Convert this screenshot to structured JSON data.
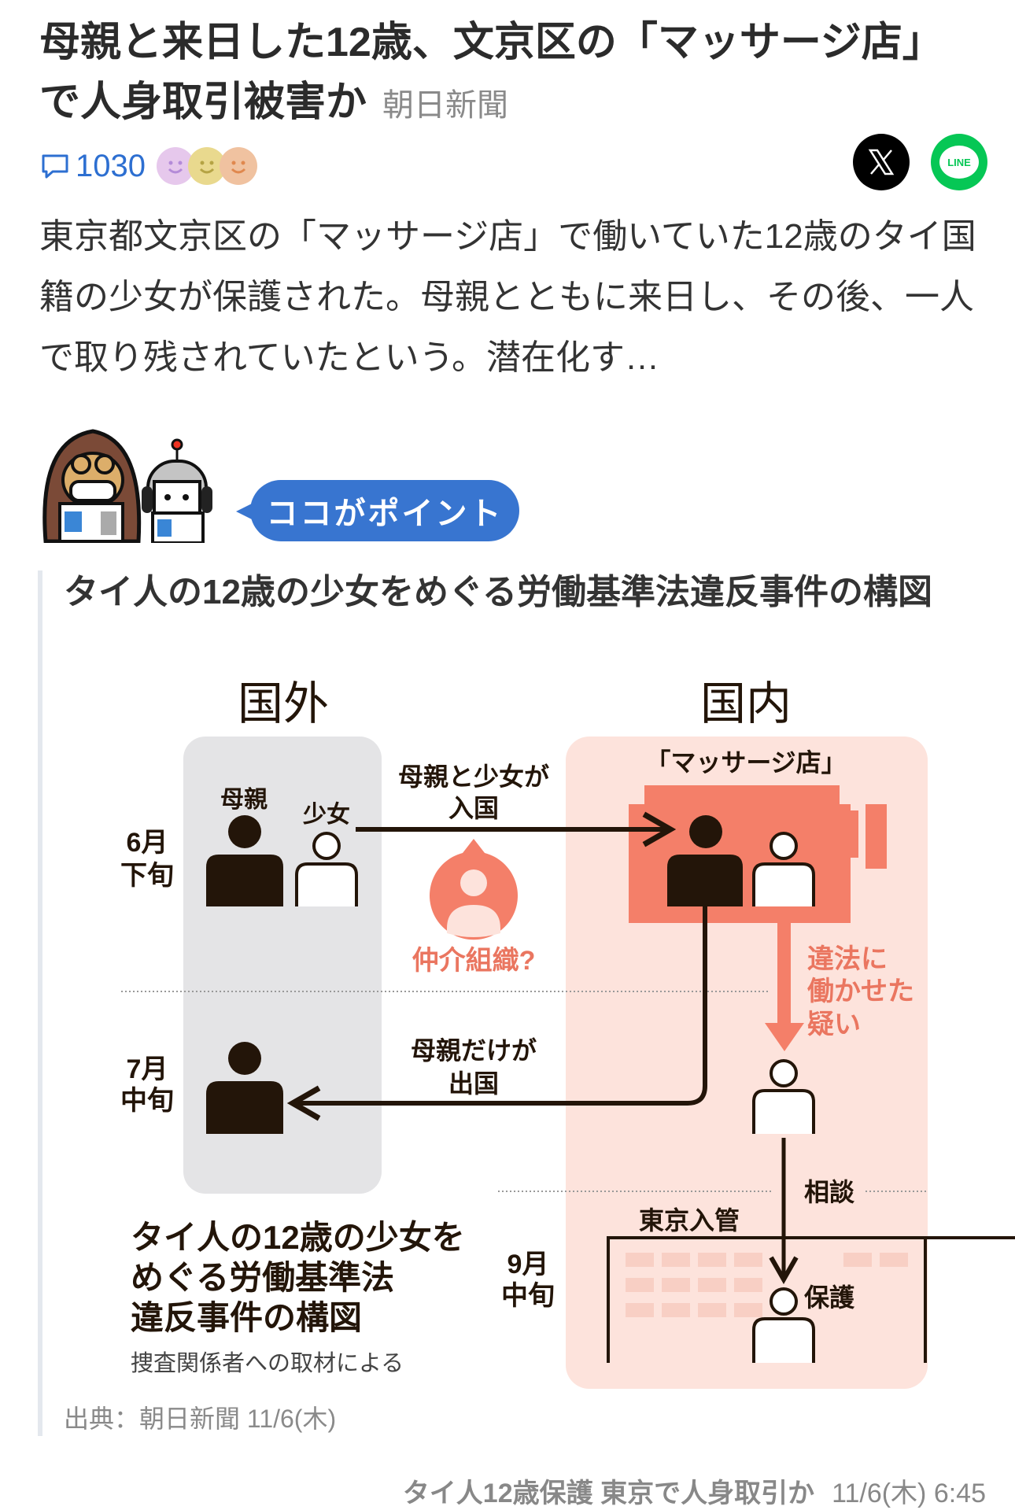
{
  "article": {
    "title": "母親と来日した12歳、文京区の「マッサージ店」で人身取引被害か",
    "source": "朝日新聞",
    "comment_count": "1030",
    "share": {
      "x_label": "X",
      "line_label": "LINE"
    },
    "summary": "東京都文京区の「マッサージ店」で働いていた12歳のタイ国籍の少女が保護された。母親とともに来日し、その後、一人で取り残されていたという。潜在化す…"
  },
  "point": {
    "label": "ココがポイント",
    "figure_title": "タイ人の12歳の少女をめぐる労働基準法違反事件の構図",
    "credit": "出典：朝日新聞 11/6(木)"
  },
  "diagram": {
    "col_abroad": "国外",
    "col_domestic": "国内",
    "time_june": [
      "6月",
      "下旬"
    ],
    "time_july": [
      "7月",
      "中旬"
    ],
    "time_sept": [
      "9月",
      "中旬"
    ],
    "label_mother": "母親",
    "label_girl": "少女",
    "enter": [
      "母親と少女が",
      "入国"
    ],
    "broker": "仲介組織?",
    "shop": "「マッサージ店」",
    "illegal": [
      "違法に",
      "働かせた",
      "疑い"
    ],
    "leave": [
      "母親だけが",
      "出国"
    ],
    "consult": "相談",
    "immigration": "東京入管",
    "protect": "保護",
    "caption": [
      "タイ人の12歳の少女を",
      "めぐる労働基準法",
      "違反事件の構図"
    ],
    "caption_source": "捜査関係者への取材による"
  },
  "related": {
    "title": "タイ人12歳保護 東京で人身取引か",
    "time": "11/6(木) 6:45"
  },
  "colors": {
    "accent_blue": "#3875d0",
    "coral": "#f47f69",
    "pink_bg": "#fde3dc",
    "gray_bg": "#e4e4e6",
    "dark": "#231509"
  }
}
